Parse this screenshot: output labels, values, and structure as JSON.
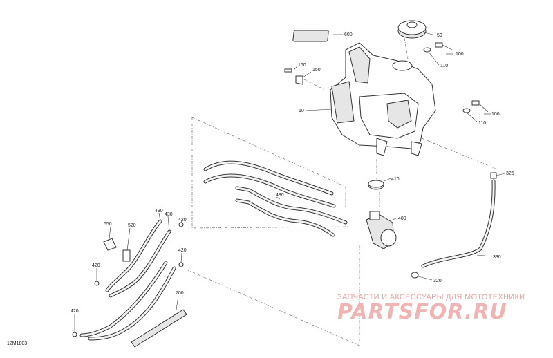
{
  "diagram": {
    "drawing_code": "12M1803",
    "part_labels": {
      "p10": "10",
      "p50": "50",
      "p100a": "100",
      "p100b": "100",
      "p110a": "110",
      "p110b": "110",
      "p150": "150",
      "p160": "160",
      "p320": "320",
      "p325": "325",
      "p330": "330",
      "p400": "400",
      "p410": "410",
      "p420a": "420",
      "p420b": "420",
      "p420c": "420",
      "p420d": "420",
      "p430": "430",
      "p480": "480",
      "p490": "490",
      "p520": "520",
      "p550": "550",
      "p600": "600",
      "p700": "700"
    }
  },
  "watermark": {
    "tagline": "ЗАПЧАСТИ И АКСЕССУАРЫ ДЛЯ МОТОТЕХНИКИ",
    "logo": "PARTSFOR.RU"
  }
}
